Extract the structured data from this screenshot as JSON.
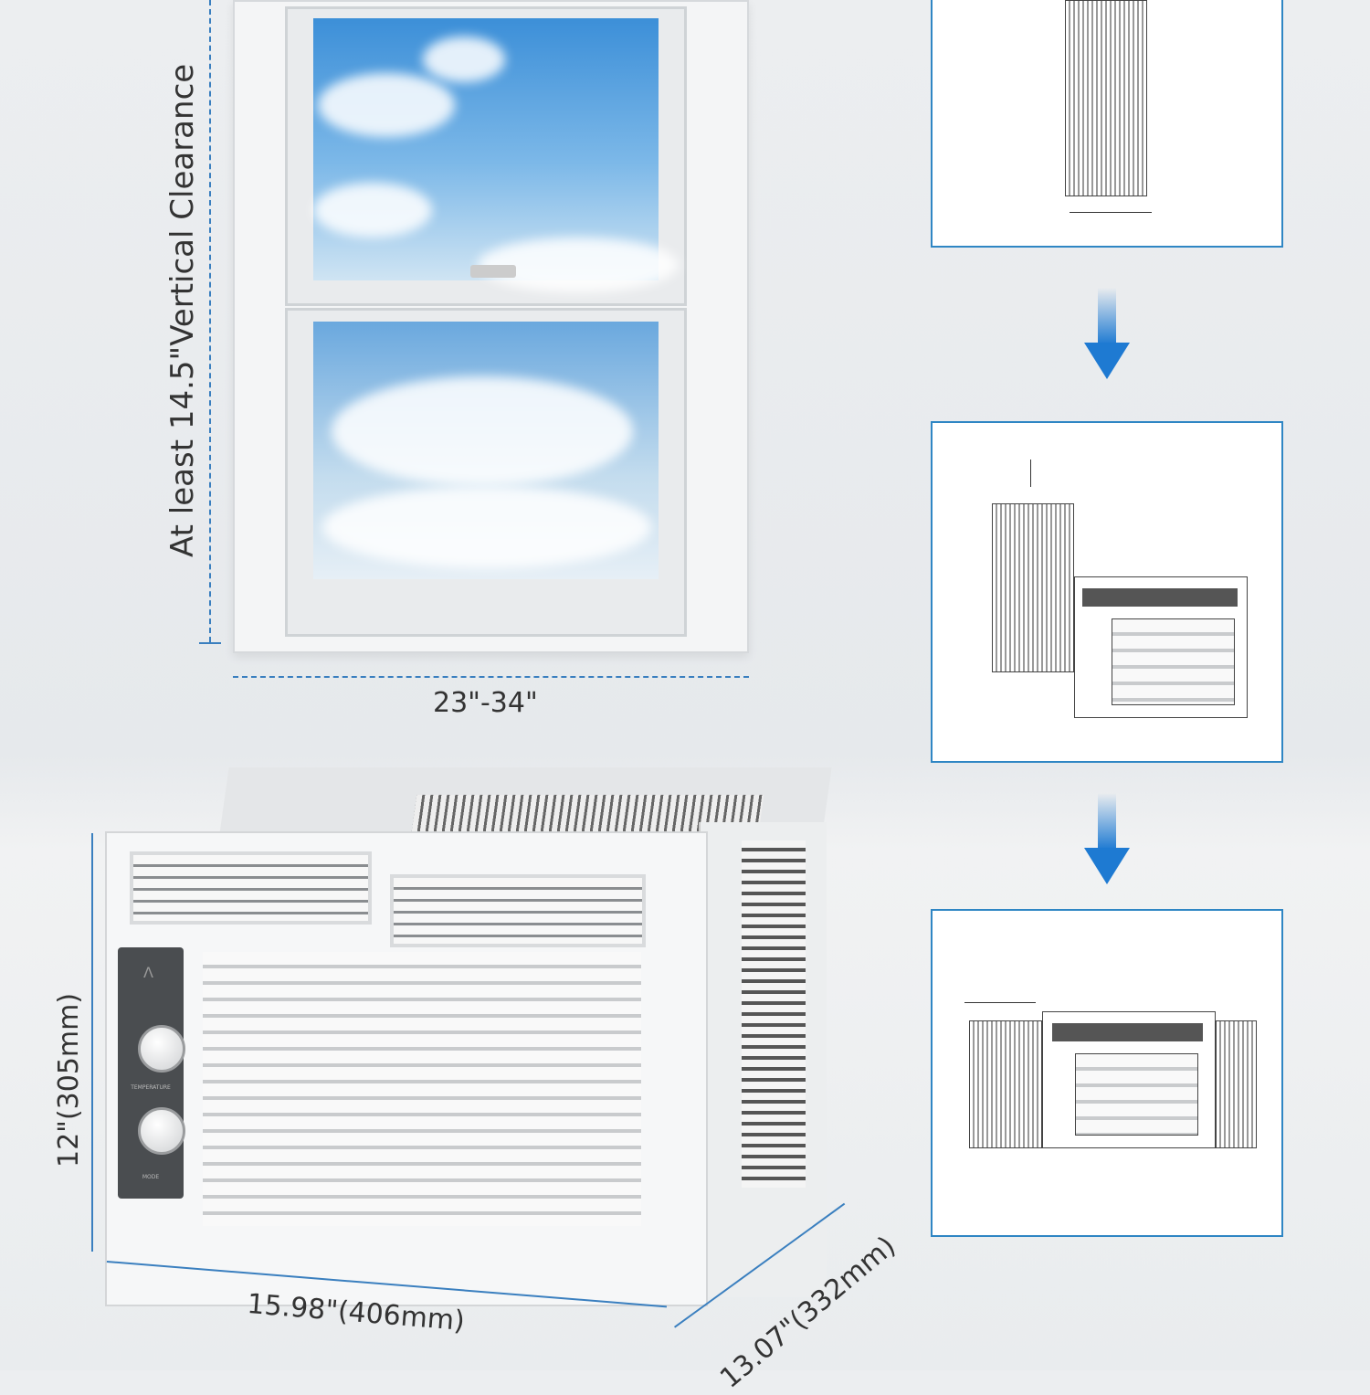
{
  "dimensions": {
    "vertical_clearance": "At least 14.5\"Vertical Clearance",
    "window_width": "23\"-34\"",
    "height": "12\"(305mm)",
    "width": "15.98\"(406mm)",
    "depth": "13.07\"(332mm)"
  },
  "control_panel": {
    "temperature_label": "TEMPERATURE",
    "mode_label": "MODE"
  },
  "colors": {
    "accent": "#2f86c4",
    "arrow": "#1e7ad2"
  },
  "steps": [
    {
      "icon": "extend-side-panel"
    },
    {
      "icon": "attach-side-panel"
    },
    {
      "icon": "slide-panel-to-unit"
    }
  ]
}
